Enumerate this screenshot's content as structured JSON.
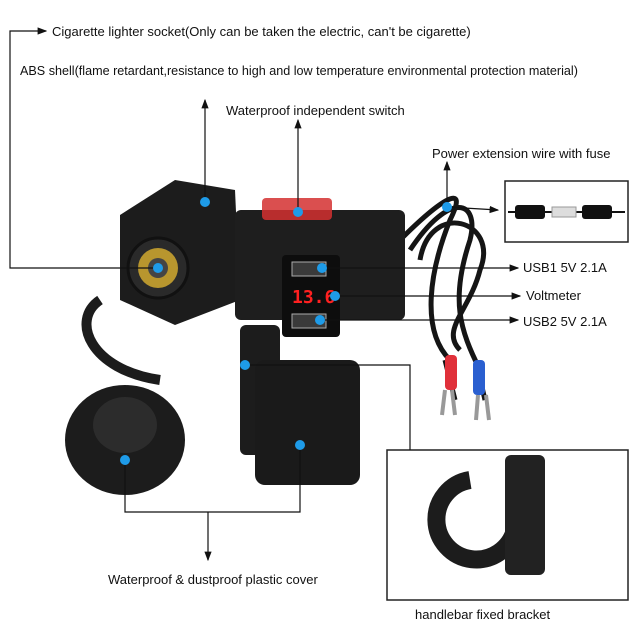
{
  "labels": {
    "socket": "Cigarette lighter socket(Only can be taken the electric, can't be cigarette)",
    "shell": "ABS shell(flame retardant,resistance to high and low temperature environmental protection material)",
    "switch": "Waterproof independent switch",
    "wire": "Power extension wire with fuse",
    "usb1": "USB1  5V  2.1A",
    "voltmeter": "Voltmeter",
    "usb2": "USB2  5V  2.1A",
    "cover": "Waterproof & dustproof plastic cover",
    "bracket": "handlebar fixed bracket"
  },
  "display": {
    "voltage": "13.6"
  },
  "colors": {
    "dot": "#1e9be8",
    "product": "#1c1c1c",
    "led": "#ff2020"
  }
}
